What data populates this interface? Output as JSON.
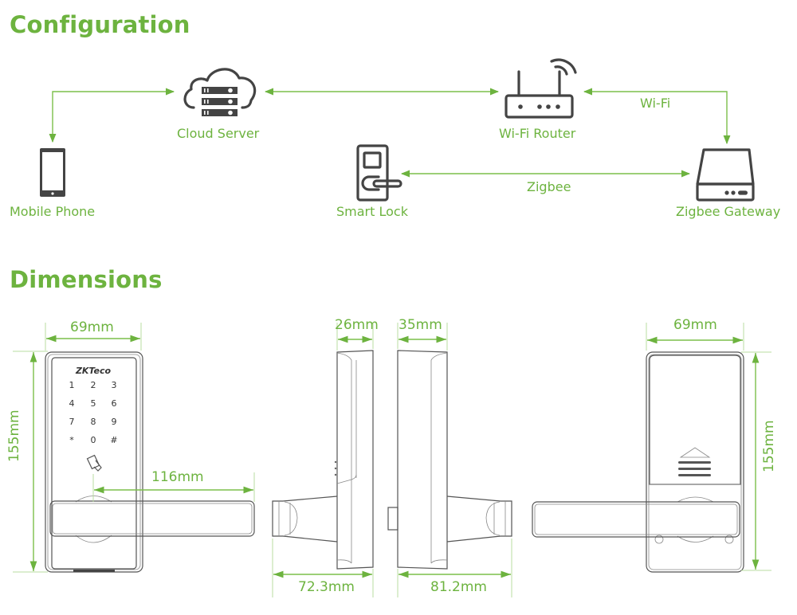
{
  "colors": {
    "accent": "#6db33f",
    "icon": "#444444",
    "line": "#555555"
  },
  "configuration": {
    "title": "Configuration",
    "nodes": {
      "mobile_phone": {
        "label": "Mobile Phone",
        "icon": "smartphone-icon"
      },
      "cloud_server": {
        "label": "Cloud Server",
        "icon": "cloud-server-icon"
      },
      "wifi_router": {
        "label": "Wi-Fi Router",
        "icon": "wifi-router-icon"
      },
      "smart_lock": {
        "label": "Smart Lock",
        "icon": "smart-lock-icon"
      },
      "zigbee_gateway": {
        "label": "Zigbee Gateway",
        "icon": "gateway-icon"
      }
    },
    "links": {
      "router_gateway": "Wi-Fi",
      "lock_gateway": "Zigbee"
    }
  },
  "dimensions": {
    "title": "Dimensions",
    "front": {
      "width": "69mm",
      "height": "155mm",
      "handle_length": "116mm",
      "brand": "ZKTeco",
      "keypad": [
        "1",
        "2",
        "3",
        "4",
        "5",
        "6",
        "7",
        "8",
        "9",
        "*",
        "0",
        "#"
      ]
    },
    "side_front": {
      "thickness": "26mm",
      "depth": "72.3mm"
    },
    "side_back": {
      "thickness": "35mm",
      "depth": "81.2mm"
    },
    "back": {
      "width": "69mm",
      "height": "155mm"
    }
  }
}
